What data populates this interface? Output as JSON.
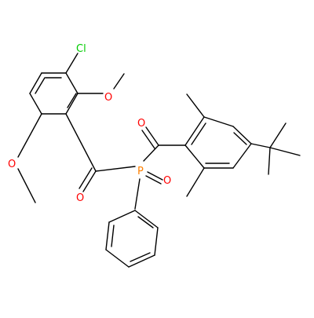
{
  "molecule": {
    "atom_labels": {
      "chlorine": "Cl",
      "methoxy_oxygen_upper": "O",
      "methoxy_oxygen_lower": "O",
      "carbonyl_oxygen_left": "O",
      "carbonyl_oxygen_right": "O",
      "phosphorus": "P",
      "phosphoryl_oxygen": "O"
    }
  },
  "colors": {
    "bond": "#000000",
    "oxygen": "#ff0000",
    "chlorine": "#00cc00",
    "phosphorus": "#ff8000"
  }
}
